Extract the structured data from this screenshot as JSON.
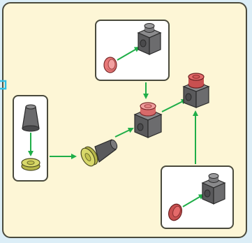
{
  "diagram": {
    "type": "lego-build-step",
    "colors": {
      "background": "#dceef7",
      "panel_fill": "#fdf6d6",
      "panel_border": "#4a4a3c",
      "subassembly_fill": "#ffffff",
      "arrow": "#1fae48",
      "dark_gray_part": "#5a5a5c",
      "trans_yellow_part": "#d8d86a",
      "trans_red_part": "#e87878",
      "connector": "#33bfe4"
    },
    "subassemblies": [
      {
        "id": "top",
        "parts": [
          "trans-red-round-plate",
          "dark-gray-brick-1x1-with-side-stud"
        ]
      },
      {
        "id": "left",
        "parts": [
          "dark-gray-cone",
          "trans-yellow-round-plate"
        ]
      },
      {
        "id": "bottom-right",
        "parts": [
          "trans-red-round-plate",
          "dark-gray-brick-1x1-with-side-stud"
        ]
      }
    ],
    "parts_in_main_area": [
      "dark-gray-cone-with-yellow-plate",
      "dark-gray-brick-with-red-plate",
      "dark-gray-brick-with-red-plate-final"
    ]
  }
}
